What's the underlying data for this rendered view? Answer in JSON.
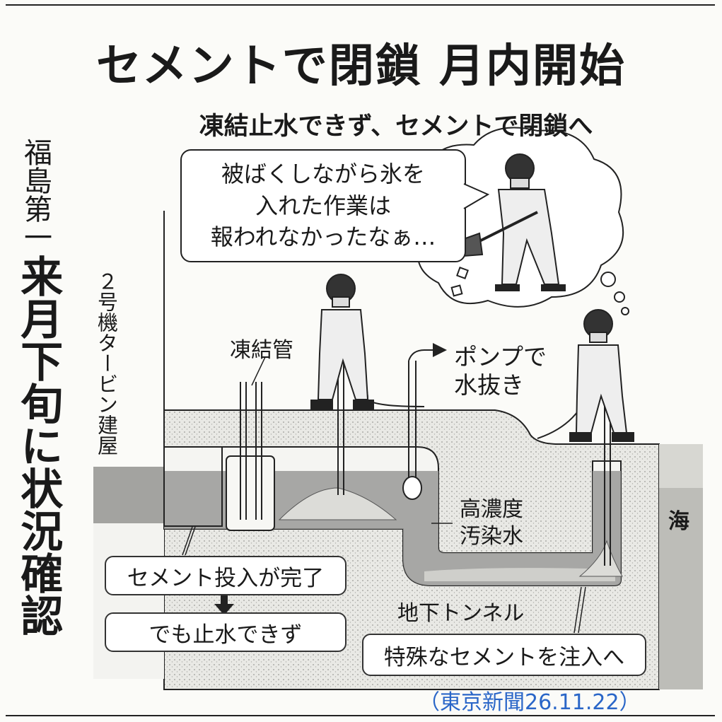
{
  "title": "セメントで閉鎖 月内開始",
  "subtitle": "凍結止水できず、セメントで閉鎖へ",
  "side_label": "福島第一",
  "side_headline": "来月下旬に状況確認",
  "turbine_label": "２号機タービン建屋",
  "speech_lines": [
    "被ばくしながら氷を",
    "入れた作業は",
    "報われなかったなぁ…"
  ],
  "labels": {
    "freeze_pipe": "凍結管",
    "pump_line1": "ポンプで",
    "pump_line2": "水抜き",
    "contaminated_line1": "高濃度",
    "contaminated_line2": "汚染水",
    "tunnel": "地下トンネル",
    "sea": "海"
  },
  "boxes": {
    "cement_done": "セメント投入が完了",
    "not_stopped": "でも止水できず",
    "special_cement": "特殊なセメントを注入へ"
  },
  "credit": "（東京新聞26.11.22）",
  "colors": {
    "ink": "#1a1a1a",
    "concrete": "#e6e6e2",
    "water": "#9a9a9a",
    "credit_blue": "#2a66c8"
  }
}
